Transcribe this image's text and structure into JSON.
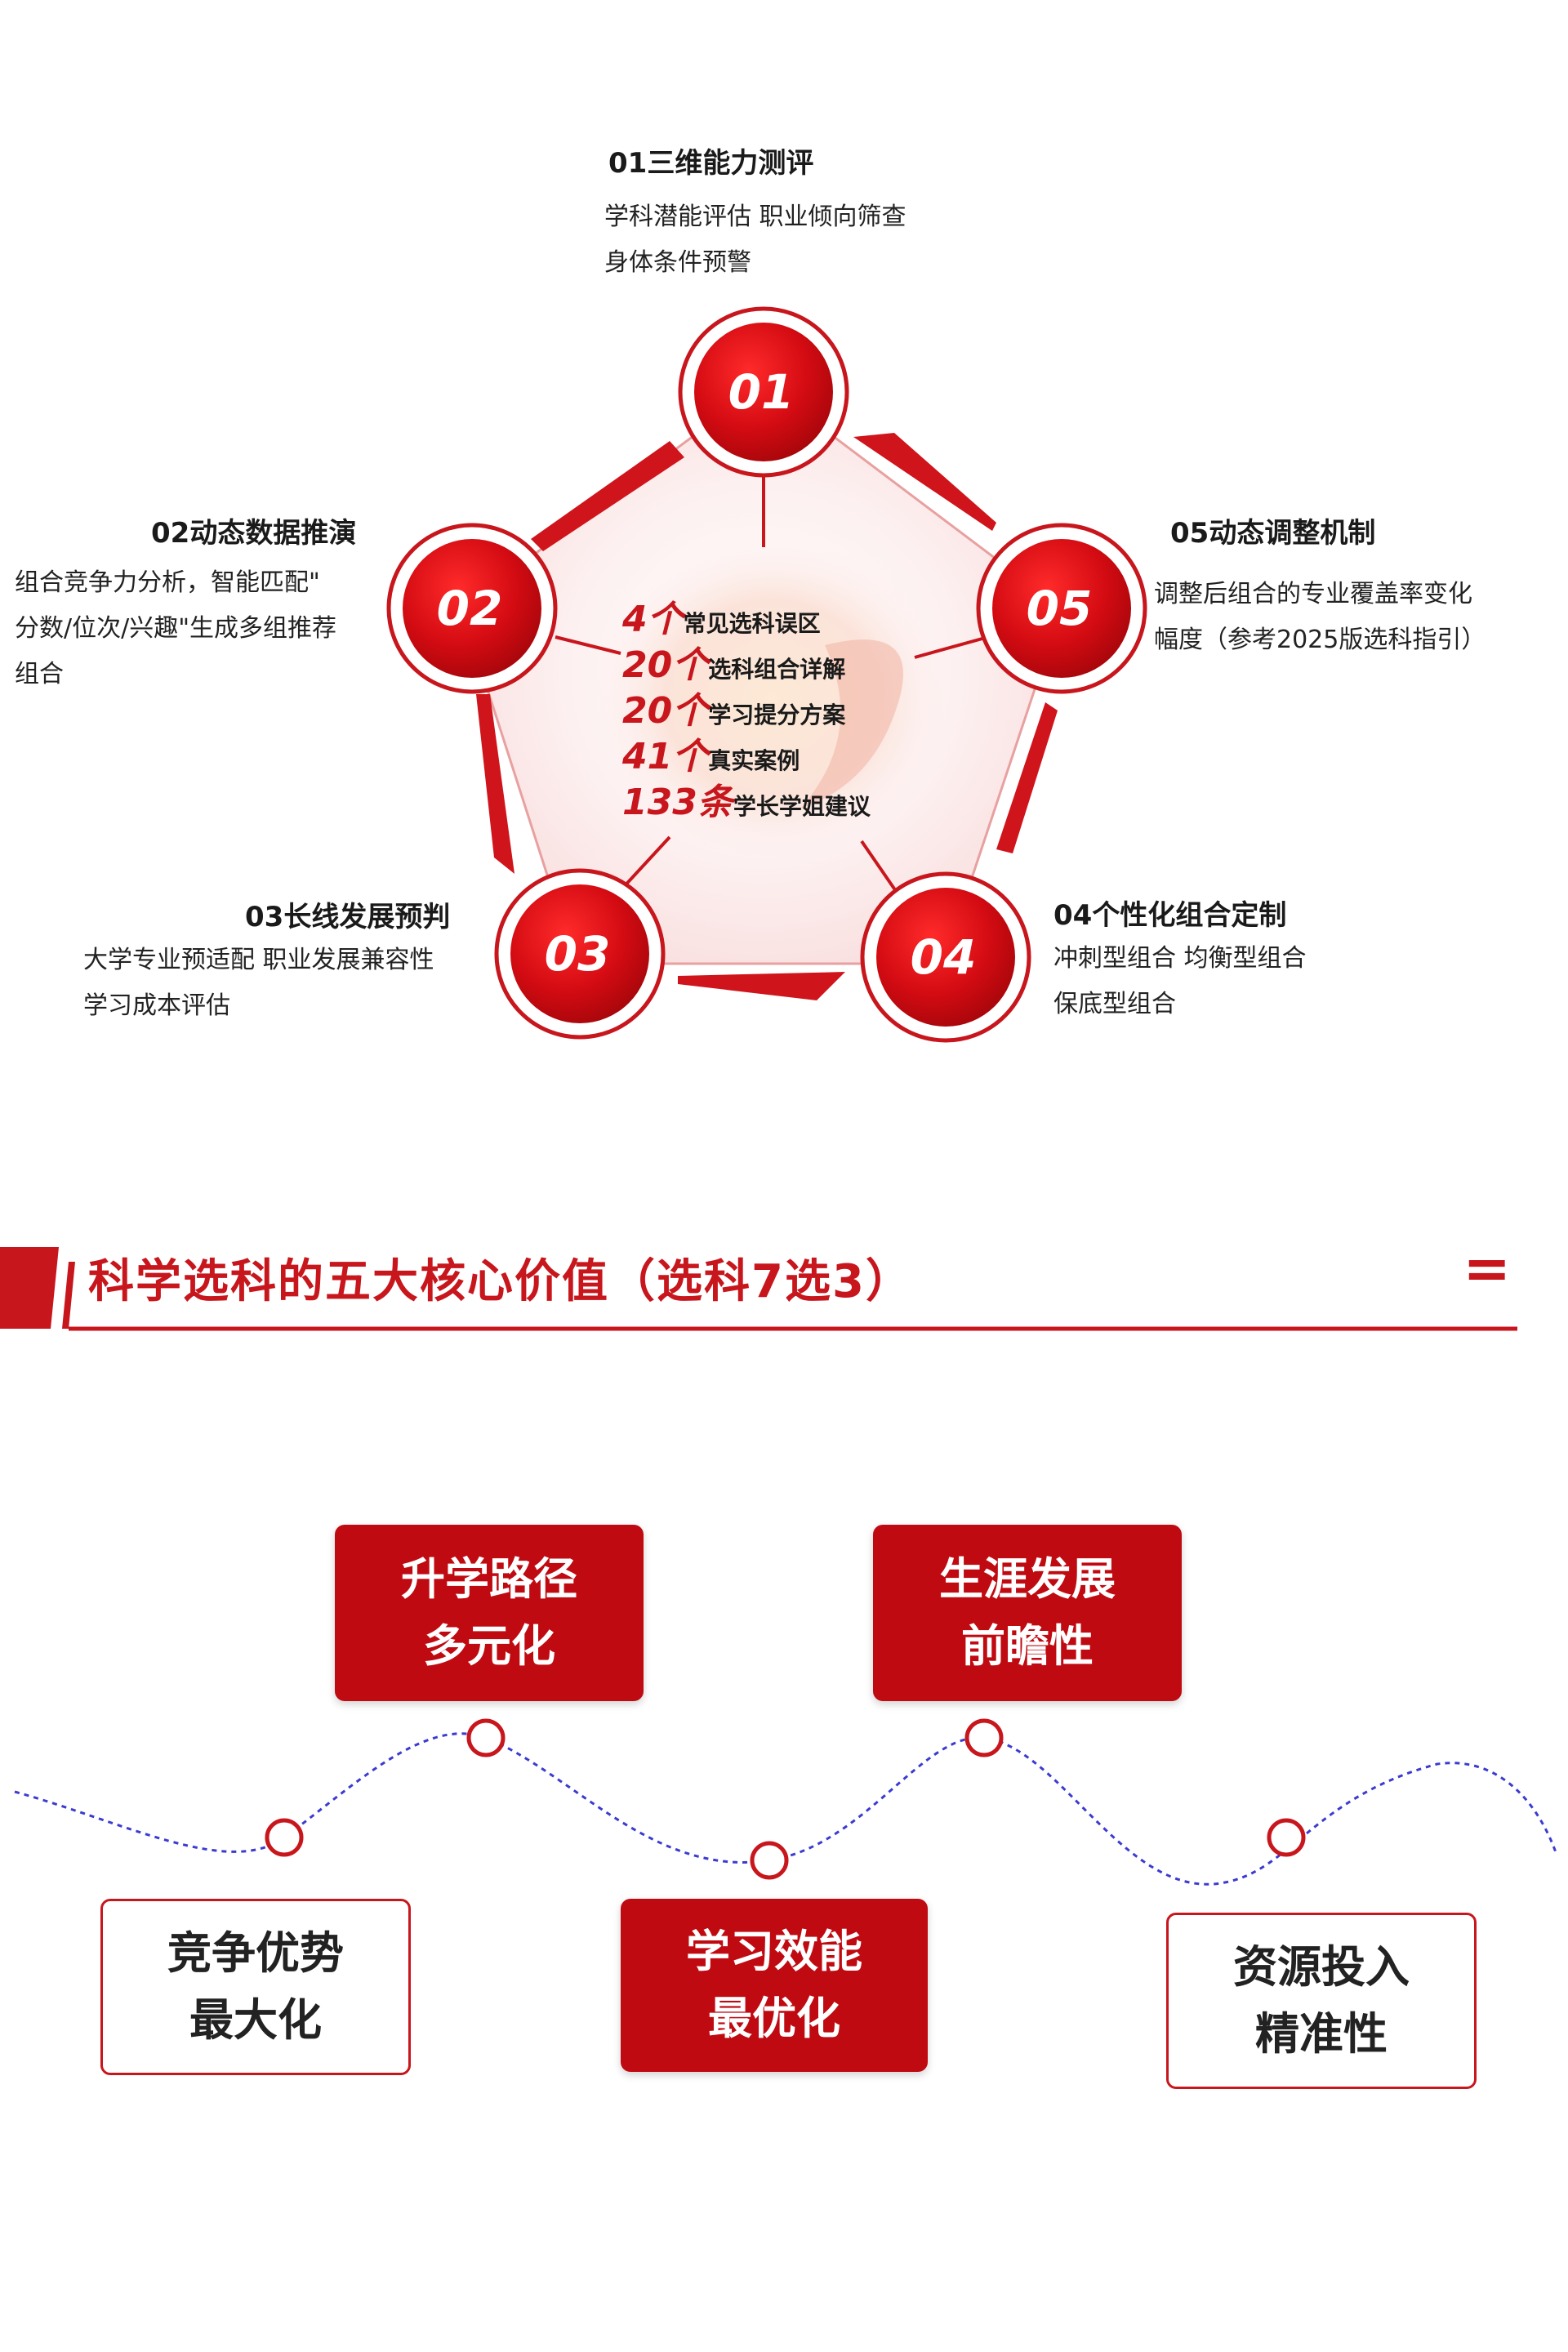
{
  "pentagon": {
    "center_stats": [
      {
        "num": "4个",
        "text": "常见选科误区"
      },
      {
        "num": "20个",
        "text": "选科组合详解"
      },
      {
        "num": "20个",
        "text": "学习提分方案"
      },
      {
        "num": "41个",
        "text": "真实案例"
      },
      {
        "num": "133条",
        "text": "学长学姐建议"
      }
    ],
    "nodes": [
      {
        "badge": "01",
        "title": "01三维能力测评",
        "lines": [
          "学科潜能评估 职业倾向筛查",
          "身体条件预警"
        ]
      },
      {
        "badge": "02",
        "title": "02动态数据推演",
        "lines": [
          "组合竞争力分析，智能匹配\"",
          "分数/位次/兴趣\"生成多组推荐",
          "组合"
        ]
      },
      {
        "badge": "03",
        "title": "03长线发展预判",
        "lines": [
          "大学专业预适配 职业发展兼容性",
          "学习成本评估"
        ]
      },
      {
        "badge": "04",
        "title": "04个性化组合定制",
        "lines": [
          "冲刺型组合 均衡型组合",
          "保底型组合"
        ]
      },
      {
        "badge": "05",
        "title": "05动态调整机制",
        "lines": [
          "调整后组合的专业覆盖率变化",
          "幅度（参考2025版选科指引）"
        ]
      }
    ]
  },
  "section": {
    "title": "科学选科的五大核心价值（选科7选3）",
    "equals": "="
  },
  "values": [
    {
      "line1": "升学路径",
      "line2": "多元化"
    },
    {
      "line1": "生涯发展",
      "line2": "前瞻性"
    },
    {
      "line1": "竞争优势",
      "line2": "最大化"
    },
    {
      "line1": "学习效能",
      "line2": "最优化"
    },
    {
      "line1": "资源投入",
      "line2": "精准性"
    }
  ],
  "colors": {
    "accent": "#c8161d",
    "dark_red": "#c00a12",
    "wave": "#3b3bd1"
  }
}
